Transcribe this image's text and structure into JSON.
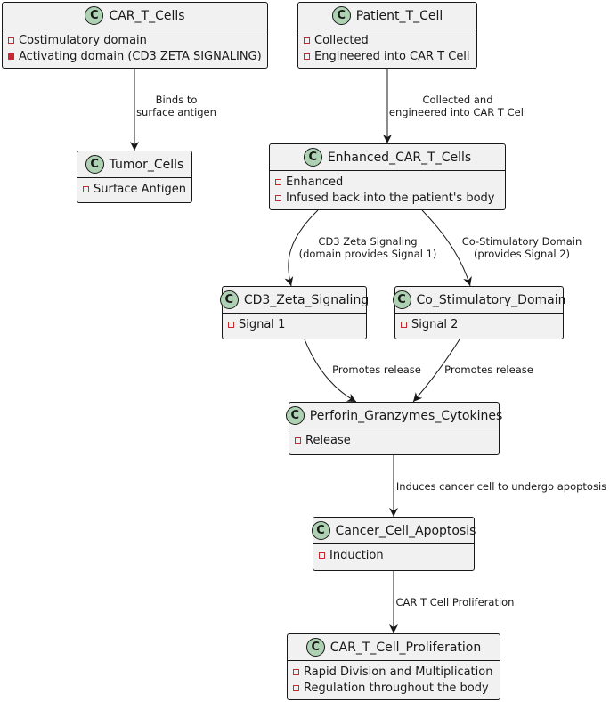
{
  "classes": {
    "car_t_cells": {
      "name": "CAR_T_Cells",
      "attrs": [
        "Costimulatory domain",
        "Activating domain (CD3 ZETA SIGNALING)"
      ]
    },
    "patient_t_cell": {
      "name": "Patient_T_Cell",
      "attrs": [
        "Collected",
        "Engineered into CAR T Cell"
      ]
    },
    "tumor_cells": {
      "name": "Tumor_Cells",
      "attrs": [
        "Surface Antigen"
      ]
    },
    "enhanced_car_t_cells": {
      "name": "Enhanced_CAR_T_Cells",
      "attrs": [
        "Enhanced",
        "Infused back into the patient's body"
      ]
    },
    "cd3_zeta_signaling": {
      "name": "CD3_Zeta_Signaling",
      "attrs": [
        "Signal 1"
      ]
    },
    "co_stimulatory_domain": {
      "name": "Co_Stimulatory_Domain",
      "attrs": [
        "Signal 2"
      ]
    },
    "perforin": {
      "name": "Perforin_Granzymes_Cytokines",
      "attrs": [
        "Release"
      ]
    },
    "cancer_cell_apoptosis": {
      "name": "Cancer_Cell_Apoptosis",
      "attrs": [
        "Induction"
      ]
    },
    "car_t_cell_proliferation": {
      "name": "CAR_T_Cell_Proliferation",
      "attrs": [
        "Rapid Division and Multiplication",
        "Regulation throughout the body"
      ]
    }
  },
  "badge_letter": "C",
  "edges": {
    "binds": [
      "Binds to",
      "surface antigen"
    ],
    "collected": [
      "Collected and",
      "engineered into CAR T Cell"
    ],
    "cd3": [
      "CD3 Zeta Signaling",
      "(domain provides Signal 1)"
    ],
    "costim": [
      "Co-Stimulatory Domain",
      "(provides Signal 2)"
    ],
    "release1": [
      "Promotes release"
    ],
    "release2": [
      "Promotes release"
    ],
    "apoptosis": [
      "Induces cancer cell to undergo apoptosis"
    ],
    "prolif": [
      "CAR T Cell Proliferation"
    ]
  },
  "colors": {
    "class_fill": "#f1f1f1",
    "badge": "#add1b2",
    "line": "#181818",
    "attr_marker": "#c82930"
  }
}
